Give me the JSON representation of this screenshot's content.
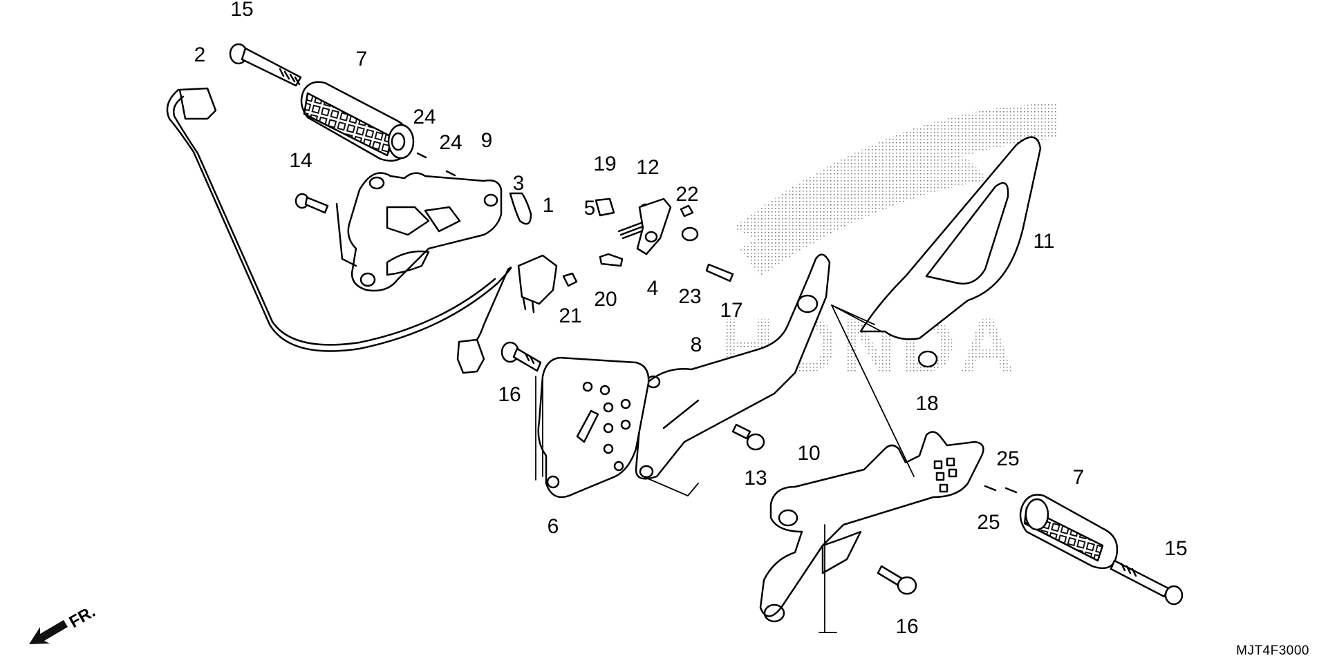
{
  "diagram_code": "MJT4F3000",
  "direction_label": "FR.",
  "watermark": "HONDA",
  "callouts": [
    {
      "id": "c1",
      "text": "15"
    },
    {
      "id": "c2",
      "text": "2"
    },
    {
      "id": "c3",
      "text": "7"
    },
    {
      "id": "c4",
      "text": "24"
    },
    {
      "id": "c5",
      "text": "24"
    },
    {
      "id": "c6",
      "text": "9"
    },
    {
      "id": "c7",
      "text": "14"
    },
    {
      "id": "c8",
      "text": "3"
    },
    {
      "id": "c9",
      "text": "1"
    },
    {
      "id": "c10",
      "text": "21"
    },
    {
      "id": "c11",
      "text": "19"
    },
    {
      "id": "c12",
      "text": "12"
    },
    {
      "id": "c13",
      "text": "22"
    },
    {
      "id": "c14",
      "text": "5"
    },
    {
      "id": "c15",
      "text": "20"
    },
    {
      "id": "c16",
      "text": "4"
    },
    {
      "id": "c17",
      "text": "23"
    },
    {
      "id": "c18",
      "text": "17"
    },
    {
      "id": "c19",
      "text": "11"
    },
    {
      "id": "c20",
      "text": "8"
    },
    {
      "id": "c21",
      "text": "16"
    },
    {
      "id": "c22",
      "text": "18"
    },
    {
      "id": "c23",
      "text": "13"
    },
    {
      "id": "c24",
      "text": "6"
    },
    {
      "id": "c25",
      "text": "10"
    },
    {
      "id": "c26",
      "text": "25"
    },
    {
      "id": "c27",
      "text": "25"
    },
    {
      "id": "c28",
      "text": "7"
    },
    {
      "id": "c29",
      "text": "15"
    },
    {
      "id": "c30",
      "text": "16"
    }
  ]
}
